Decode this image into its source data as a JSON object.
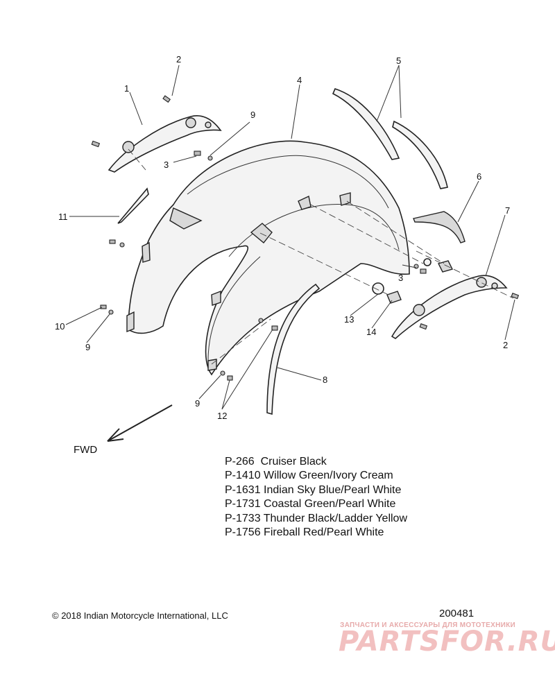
{
  "callouts": [
    "1",
    "2",
    "3",
    "4",
    "5",
    "6",
    "7",
    "8",
    "9",
    "10",
    "11",
    "12",
    "13",
    "14"
  ],
  "fwd_label": "FWD",
  "color_options": [
    "P-266  Cruiser Black",
    "P-1410 Willow Green/Ivory Cream",
    "P-1631 Indian Sky Blue/Pearl White",
    "P-1731 Coastal Green/Pearl White",
    "P-1733 Thunder Black/Ladder Yellow",
    "P-1756 Fireball Red/Pearl White"
  ],
  "copyright": "© 2018 Indian Motorcycle International, LLC",
  "drawing_number": "200481",
  "watermark": {
    "subtitle": "ЗАПЧАСТИ И АКСЕССУАРЫ ДЛЯ МОТОТЕХНИКИ",
    "logo": "PARTSFOR.RU"
  }
}
